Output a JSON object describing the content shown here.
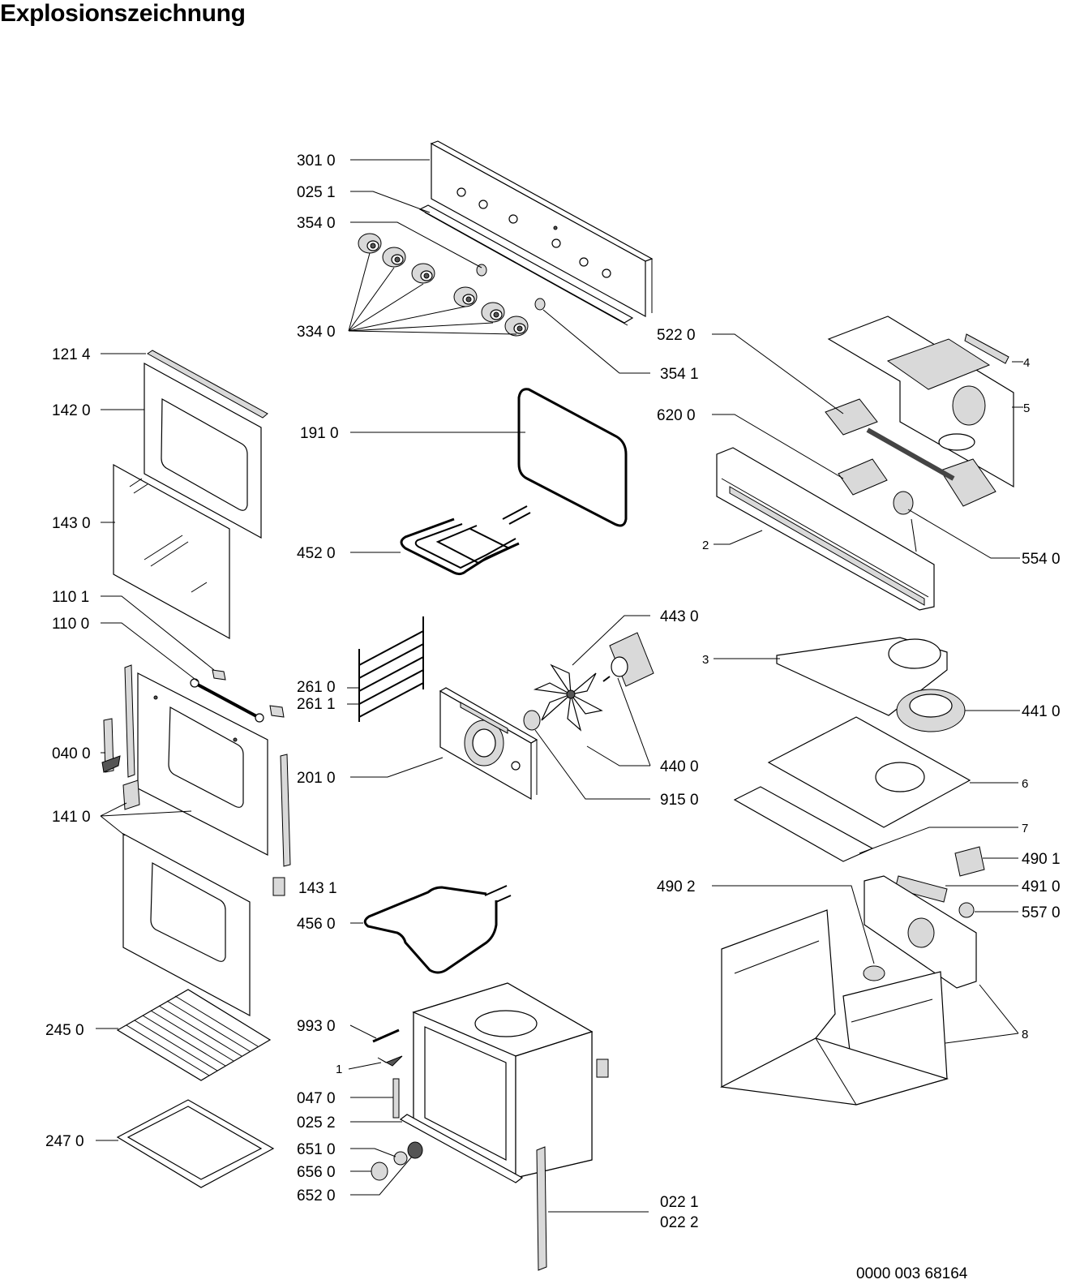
{
  "title": "Explosionszeichnung",
  "document_number": "0000 003 68164",
  "labels": [
    {
      "id": "3010",
      "text": "301 0"
    },
    {
      "id": "0251",
      "text": "025 1"
    },
    {
      "id": "3540",
      "text": "354 0"
    },
    {
      "id": "3340",
      "text": "334 0"
    },
    {
      "id": "3541",
      "text": "354 1"
    },
    {
      "id": "1214",
      "text": "121 4"
    },
    {
      "id": "1420",
      "text": "142 0"
    },
    {
      "id": "1910",
      "text": "191 0"
    },
    {
      "id": "1430",
      "text": "143 0"
    },
    {
      "id": "4520",
      "text": "452 0"
    },
    {
      "id": "1101",
      "text": "110 1"
    },
    {
      "id": "1100",
      "text": "110 0"
    },
    {
      "id": "2610",
      "text": "261 0"
    },
    {
      "id": "2611",
      "text": "261 1"
    },
    {
      "id": "0400",
      "text": "040 0"
    },
    {
      "id": "2010",
      "text": "201 0"
    },
    {
      "id": "1410",
      "text": "141 0"
    },
    {
      "id": "1431",
      "text": "143 1"
    },
    {
      "id": "4560",
      "text": "456 0"
    },
    {
      "id": "2450",
      "text": "245 0"
    },
    {
      "id": "9930",
      "text": "993 0"
    },
    {
      "id": "1",
      "text": "1"
    },
    {
      "id": "0470",
      "text": "047 0"
    },
    {
      "id": "0252",
      "text": "025 2"
    },
    {
      "id": "2470",
      "text": "247 0"
    },
    {
      "id": "6510",
      "text": "651 0"
    },
    {
      "id": "6560",
      "text": "656 0"
    },
    {
      "id": "6520",
      "text": "652 0"
    },
    {
      "id": "0221",
      "text": "022 1"
    },
    {
      "id": "0222",
      "text": "022 2"
    },
    {
      "id": "5220",
      "text": "522 0"
    },
    {
      "id": "4",
      "text": "4"
    },
    {
      "id": "5",
      "text": "5"
    },
    {
      "id": "6200",
      "text": "620 0"
    },
    {
      "id": "2",
      "text": "2"
    },
    {
      "id": "5540",
      "text": "554 0"
    },
    {
      "id": "4430",
      "text": "443 0"
    },
    {
      "id": "3",
      "text": "3"
    },
    {
      "id": "4410",
      "text": "441 0"
    },
    {
      "id": "4400",
      "text": "440 0"
    },
    {
      "id": "9150",
      "text": "915 0"
    },
    {
      "id": "6",
      "text": "6"
    },
    {
      "id": "7",
      "text": "7"
    },
    {
      "id": "4901",
      "text": "490 1"
    },
    {
      "id": "4902",
      "text": "490 2"
    },
    {
      "id": "4910",
      "text": "491 0"
    },
    {
      "id": "5570",
      "text": "557 0"
    },
    {
      "id": "8",
      "text": "8"
    }
  ]
}
